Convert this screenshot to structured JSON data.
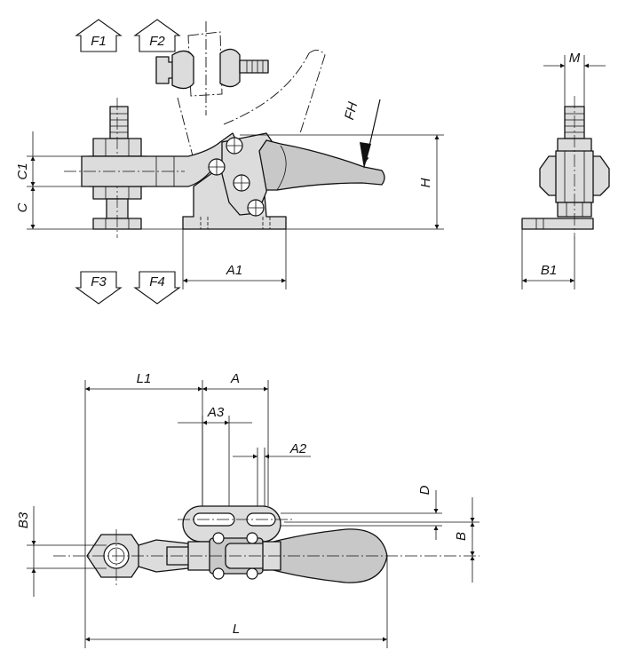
{
  "forces": {
    "f1": "F1",
    "f2": "F2",
    "f3": "F3",
    "f4": "F4",
    "fh": "FH"
  },
  "side_view": {
    "c1": "C1",
    "c": "C",
    "h": "H",
    "a1": "A1"
  },
  "end_view": {
    "m": "M",
    "b1": "B1"
  },
  "top_view": {
    "l1": "L1",
    "a": "A",
    "a3": "A3",
    "a2": "A2",
    "d": "D",
    "b": "B",
    "b3": "B3",
    "l": "L"
  }
}
